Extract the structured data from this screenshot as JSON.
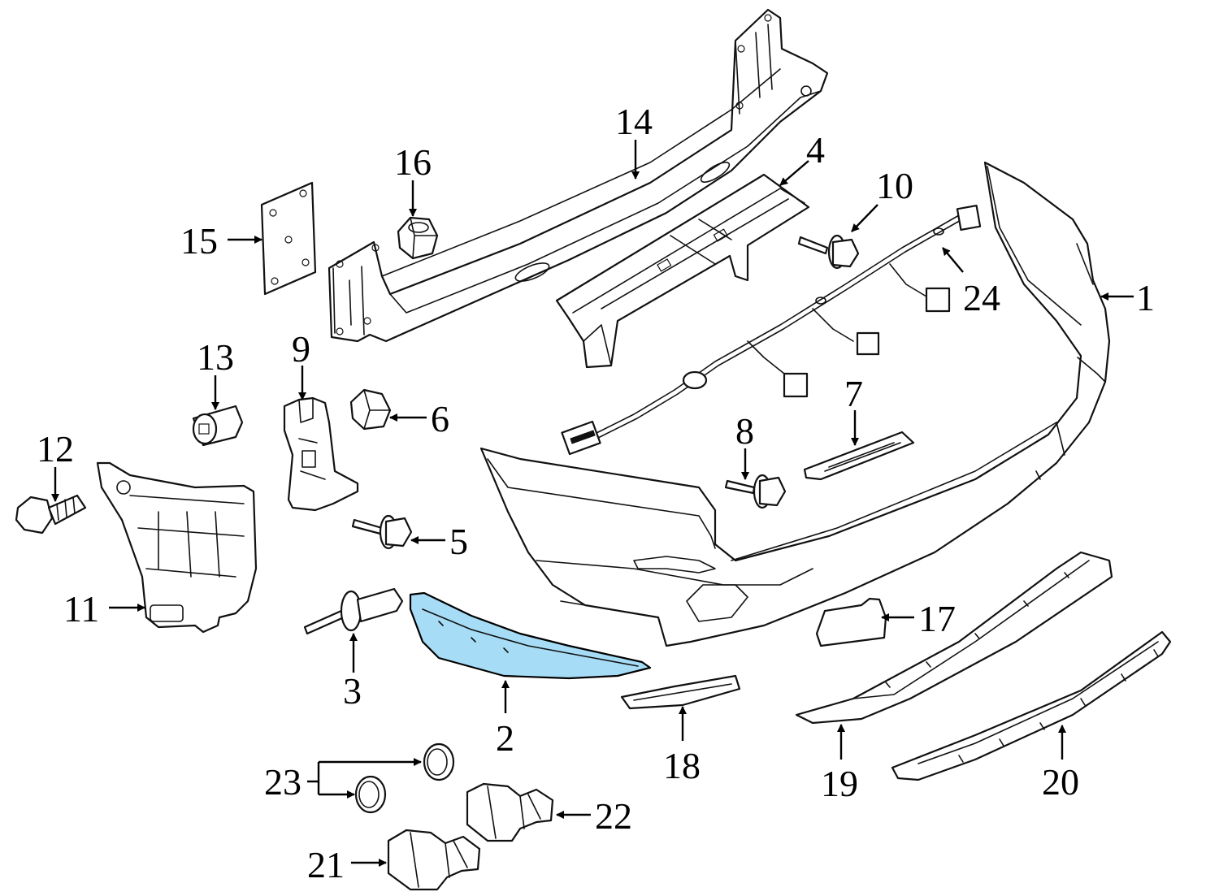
{
  "diagram": {
    "highlight_color": "#a6dcf5",
    "line_color": "#111111",
    "callouts": [
      {
        "id": "1",
        "label": "1"
      },
      {
        "id": "2",
        "label": "2"
      },
      {
        "id": "3",
        "label": "3"
      },
      {
        "id": "4",
        "label": "4"
      },
      {
        "id": "5",
        "label": "5"
      },
      {
        "id": "6",
        "label": "6"
      },
      {
        "id": "7",
        "label": "7"
      },
      {
        "id": "8",
        "label": "8"
      },
      {
        "id": "9",
        "label": "9"
      },
      {
        "id": "10",
        "label": "10"
      },
      {
        "id": "11",
        "label": "11"
      },
      {
        "id": "12",
        "label": "12"
      },
      {
        "id": "13",
        "label": "13"
      },
      {
        "id": "14",
        "label": "14"
      },
      {
        "id": "15",
        "label": "15"
      },
      {
        "id": "16",
        "label": "16"
      },
      {
        "id": "17",
        "label": "17"
      },
      {
        "id": "18",
        "label": "18"
      },
      {
        "id": "19",
        "label": "19"
      },
      {
        "id": "20",
        "label": "20"
      },
      {
        "id": "21",
        "label": "21"
      },
      {
        "id": "22",
        "label": "22"
      },
      {
        "id": "23",
        "label": "23"
      },
      {
        "id": "24",
        "label": "24"
      }
    ]
  }
}
